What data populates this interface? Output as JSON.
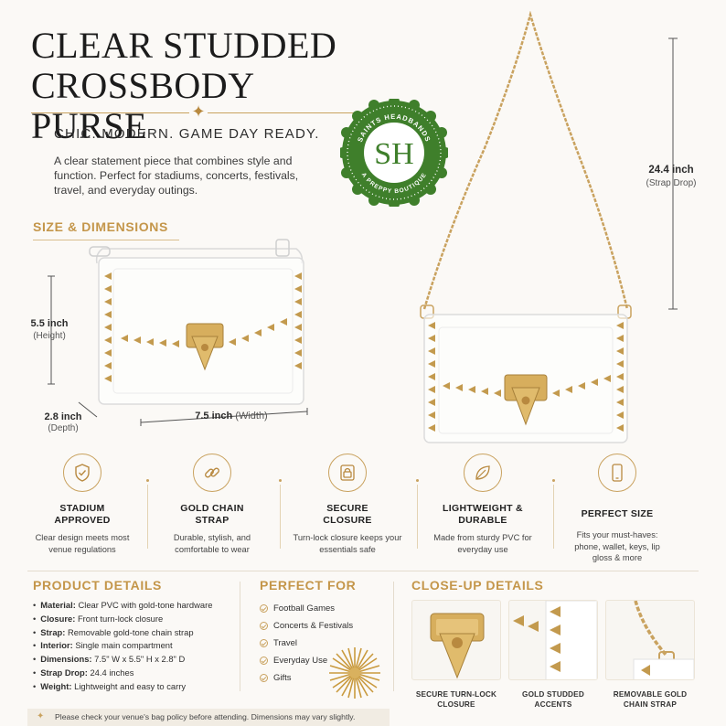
{
  "header": {
    "title_line1": "CLEAR STUDDED",
    "title_line2": "CROSSBODY PURSE",
    "tagline": "CHIC. MODERN. GAME DAY READY.",
    "intro": "A clear statement piece that combines style and function. Perfect for stadiums, concerts, festivals, travel, and everyday outings."
  },
  "logo": {
    "monogram": "SH",
    "ring_top": "SAINTS HEADBANDS",
    "ring_bottom": "A PREPPY BOUTIQUE",
    "color": "#3f7f2b"
  },
  "size": {
    "heading": "SIZE & DIMENSIONS",
    "height_value": "5.5 inch",
    "height_label": "(Height)",
    "depth_value": "2.8 inch",
    "depth_label": "(Depth)",
    "width_value": "7.5 inch",
    "width_label": "(Width)",
    "strap_value": "24.4 inch",
    "strap_label": "(Strap Drop)"
  },
  "features": [
    {
      "icon": "shield-check-icon",
      "title": "STADIUM APPROVED",
      "desc": "Clear design meets most venue regulations"
    },
    {
      "icon": "chain-link-icon",
      "title": "GOLD CHAIN STRAP",
      "desc": "Durable, stylish, and comfortable to wear"
    },
    {
      "icon": "lock-icon",
      "title": "SECURE CLOSURE",
      "desc": "Turn-lock closure keeps your essentials safe"
    },
    {
      "icon": "feather-leaf-icon",
      "title": "LIGHTWEIGHT & DURABLE",
      "desc": "Made from sturdy PVC for everyday use"
    },
    {
      "icon": "phone-icon",
      "title": "PERFECT SIZE",
      "desc": "Fits your must-haves: phone, wallet, keys, lip gloss & more"
    }
  ],
  "product_details": {
    "heading": "PRODUCT DETAILS",
    "items": [
      {
        "key": "Material:",
        "value": "Clear PVC with gold-tone hardware"
      },
      {
        "key": "Closure:",
        "value": "Front turn-lock closure"
      },
      {
        "key": "Strap:",
        "value": "Removable gold-tone chain strap"
      },
      {
        "key": "Interior:",
        "value": "Single main compartment"
      },
      {
        "key": "Dimensions:",
        "value": "7.5\" W x 5.5\" H x 2.8\" D"
      },
      {
        "key": "Strap Drop:",
        "value": "24.4 inches"
      },
      {
        "key": "Weight:",
        "value": "Lightweight and easy to carry"
      }
    ]
  },
  "perfect_for": {
    "heading": "PERFECT FOR",
    "items": [
      "Football Games",
      "Concerts & Festivals",
      "Travel",
      "Everyday Use",
      "Gifts"
    ]
  },
  "closeup": {
    "heading": "CLOSE-UP DETAILS",
    "captions": [
      "SECURE TURN-LOCK CLOSURE",
      "GOLD STUDDED ACCENTS",
      "REMOVABLE GOLD CHAIN STRAP"
    ]
  },
  "note": "Please check your venue's bag policy before attending. Dimensions may vary slightly.",
  "colors": {
    "accent": "#c4964a",
    "gold": "#c9a25f",
    "background": "#fbf9f6"
  }
}
